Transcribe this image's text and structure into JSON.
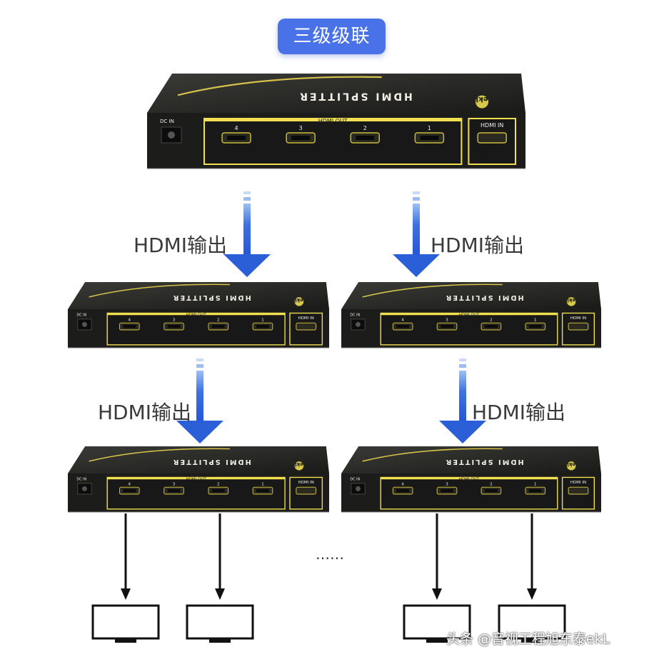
{
  "title": "三级级联",
  "colors": {
    "accent": "#4a72e8",
    "device_body": "#1e1e1e",
    "device_panel": "#f0e050",
    "arrow": "#2a5fd8"
  },
  "device": {
    "top_label": "HDMI SPLITTER",
    "brand": "ekl",
    "dc_in": "DC IN",
    "hdmi_out": "HDMI OUT",
    "hdmi_in": "HDMI IN",
    "ports": [
      "4",
      "3",
      "2",
      "1"
    ]
  },
  "arrow_label": "HDMI输出",
  "ellipsis": "……",
  "watermark": "头条 @音视工程旭东泰ekL"
}
